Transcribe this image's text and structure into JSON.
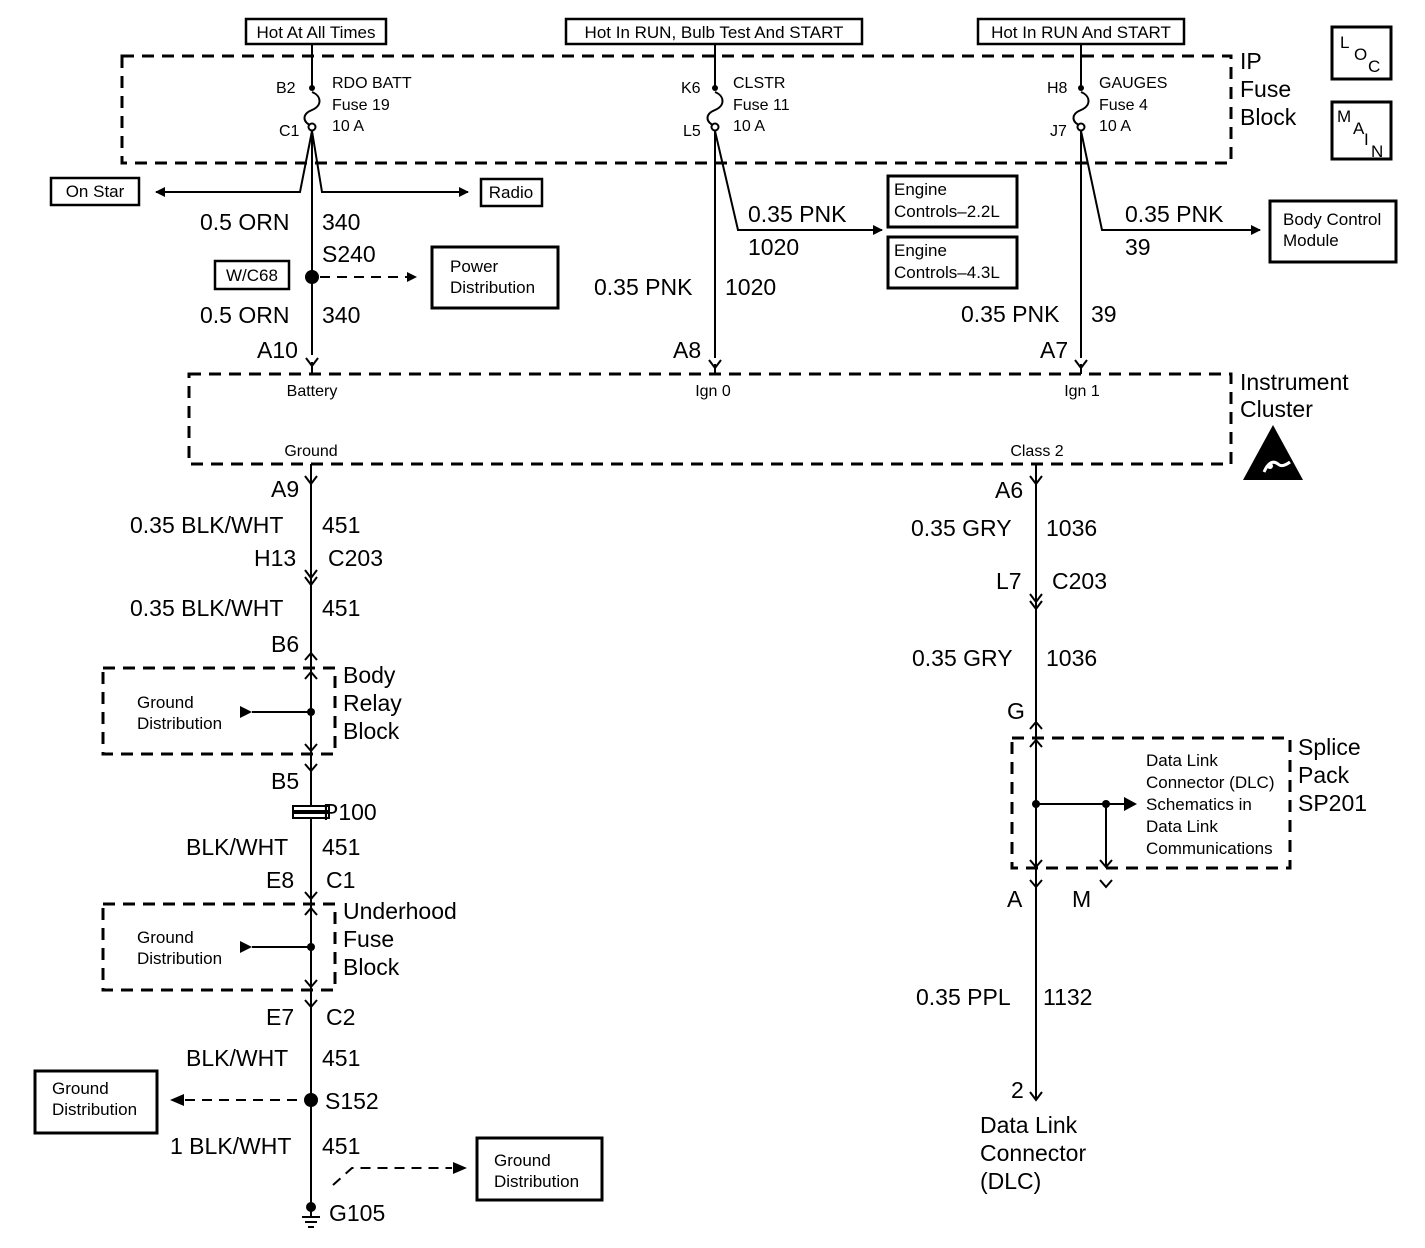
{
  "power_sources": {
    "hot_always": "Hot At All Times",
    "hot_run_bulb_start": "Hot In RUN, Bulb Test And START",
    "hot_run_start": "Hot In RUN And START"
  },
  "badges": {
    "loc": [
      "L",
      "O",
      "C"
    ],
    "main": [
      "M",
      "A",
      "I",
      "N"
    ]
  },
  "ip_fuse_block": {
    "title": [
      "IP",
      "Fuse",
      "Block"
    ],
    "fuse_rdo": {
      "in_pin": "B2",
      "out_pin": "C1",
      "name": "RDO BATT",
      "number": "Fuse 19",
      "rating": "10 A"
    },
    "fuse_clstr": {
      "in_pin": "K6",
      "out_pin": "L5",
      "name": "CLSTR",
      "number": "Fuse 11",
      "rating": "10 A"
    },
    "fuse_gauges": {
      "in_pin": "H8",
      "out_pin": "J7",
      "name": "GAUGES",
      "number": "Fuse 4",
      "rating": "10 A"
    }
  },
  "destinations": {
    "onstar": "On Star",
    "radio": "Radio",
    "power_distribution": [
      "Power",
      "Distribution"
    ],
    "engine_22": [
      "Engine",
      "Controls–2.2L"
    ],
    "engine_43": [
      "Engine",
      "Controls–4.3L"
    ],
    "bcm": [
      "Body Control",
      "Module"
    ]
  },
  "wires": {
    "orn_gauge_a": "0.5 ORN",
    "orn_circuit_a": "340",
    "splice_s240": "S240",
    "wc68": "W/C68",
    "orn_gauge_b": "0.5 ORN",
    "orn_circuit_b": "340",
    "pnk_branch_gauge": "0.35 PNK",
    "pnk_branch_circuit": "1020",
    "pnk_main_gauge": "0.35 PNK",
    "pnk_main_circuit": "1020",
    "pnk39_branch_gauge": "0.35 PNK",
    "pnk39_branch_circuit": "39",
    "pnk39_main_gauge": "0.35 PNK",
    "pnk39_main_circuit": "39"
  },
  "cluster": {
    "title": [
      "Instrument",
      "Cluster"
    ],
    "pin_a10": "A10",
    "pin_a8": "A8",
    "pin_a7": "A7",
    "battery": "Battery",
    "ign0": "Ign 0",
    "ign1": "Ign 1",
    "ground": "Ground",
    "class2": "Class 2",
    "pin_a9": "A9",
    "pin_a6": "A6"
  },
  "ground_path": {
    "w1_gauge": "0.35 BLK/WHT",
    "w1_circuit": "451",
    "c203_pin": "H13",
    "c203": "C203",
    "w2_gauge": "0.35 BLK/WHT",
    "w2_circuit": "451",
    "b6": "B6",
    "body_relay": [
      "Body",
      "Relay",
      "Block"
    ],
    "ground_dist_a": [
      "Ground",
      "Distribution"
    ],
    "b5": "B5",
    "p100": "P100",
    "w3_gauge": "BLK/WHT",
    "w3_circuit": "451",
    "e8": "E8",
    "c1": "C1",
    "underhood": [
      "Underhood",
      "Fuse",
      "Block"
    ],
    "ground_dist_b": [
      "Ground",
      "Distribution"
    ],
    "e7": "E7",
    "c2": "C2",
    "w4_gauge": "BLK/WHT",
    "w4_circuit": "451",
    "s152": "S152",
    "ground_dist_c": [
      "Ground",
      "Distribution"
    ],
    "w5_gauge": "1 BLK/WHT",
    "w5_circuit": "451",
    "ground_dist_d": [
      "Ground",
      "Distribution"
    ],
    "g105": "G105"
  },
  "data_path": {
    "w1_gauge": "0.35 GRY",
    "w1_circuit": "1036",
    "l7": "L7",
    "c203": "C203",
    "w2_gauge": "0.35 GRY",
    "w2_circuit": "1036",
    "g": "G",
    "splice_pack": [
      "Splice",
      "Pack",
      "SP201"
    ],
    "dlc_note": [
      "Data Link",
      "Connector (DLC)",
      "Schematics in",
      "Data Link",
      "Communications"
    ],
    "a": "A",
    "m": "M",
    "w3_gauge": "0.35 PPL",
    "w3_circuit": "1132",
    "pin2": "2",
    "dlc": [
      "Data Link",
      "Connector",
      "(DLC)"
    ]
  }
}
